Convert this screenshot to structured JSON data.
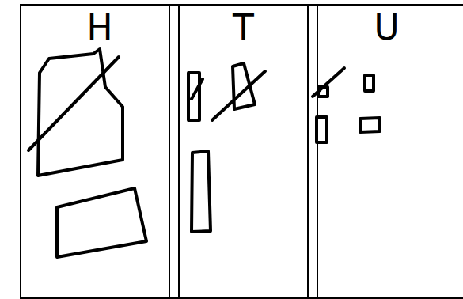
{
  "diagram": {
    "nodes": [
      {
        "text": [
          "H"
        ]
      },
      {
        "text": [
          "T"
        ]
      },
      {
        "text": [
          "U"
        ]
      }
    ]
  }
}
